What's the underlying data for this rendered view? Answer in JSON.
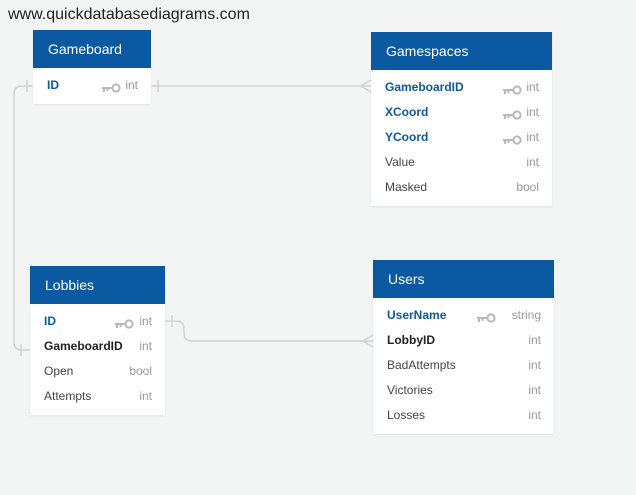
{
  "watermark": "www.quickdatabasediagrams.com",
  "colors": {
    "header": "#0b5aa1",
    "pk_text": "#0b5aa1",
    "connector": "#cfd4d2"
  },
  "tables": {
    "gameboard": {
      "title": "Gameboard",
      "fields": [
        {
          "name": "ID",
          "type": "int",
          "key": true
        }
      ]
    },
    "gamespaces": {
      "title": "Gamespaces",
      "fields": [
        {
          "name": "GameboardID",
          "type": "int",
          "key": true
        },
        {
          "name": "XCoord",
          "type": "int",
          "key": true
        },
        {
          "name": "YCoord",
          "type": "int",
          "key": true
        },
        {
          "name": "Value",
          "type": "int",
          "key": false
        },
        {
          "name": "Masked",
          "type": "bool",
          "key": false
        }
      ]
    },
    "lobbies": {
      "title": "Lobbies",
      "fields": [
        {
          "name": "ID",
          "type": "int",
          "key": true
        },
        {
          "name": "GameboardID",
          "type": "int",
          "key": false
        },
        {
          "name": "Open",
          "type": "bool",
          "key": false
        },
        {
          "name": "Attempts",
          "type": "int",
          "key": false
        }
      ]
    },
    "users": {
      "title": "Users",
      "fields": [
        {
          "name": "UserName",
          "type": "string",
          "key": true
        },
        {
          "name": "LobbyID",
          "type": "int",
          "key": false
        },
        {
          "name": "BadAttempts",
          "type": "int",
          "key": false
        },
        {
          "name": "Victories",
          "type": "int",
          "key": false
        },
        {
          "name": "Losses",
          "type": "int",
          "key": false
        }
      ]
    }
  }
}
